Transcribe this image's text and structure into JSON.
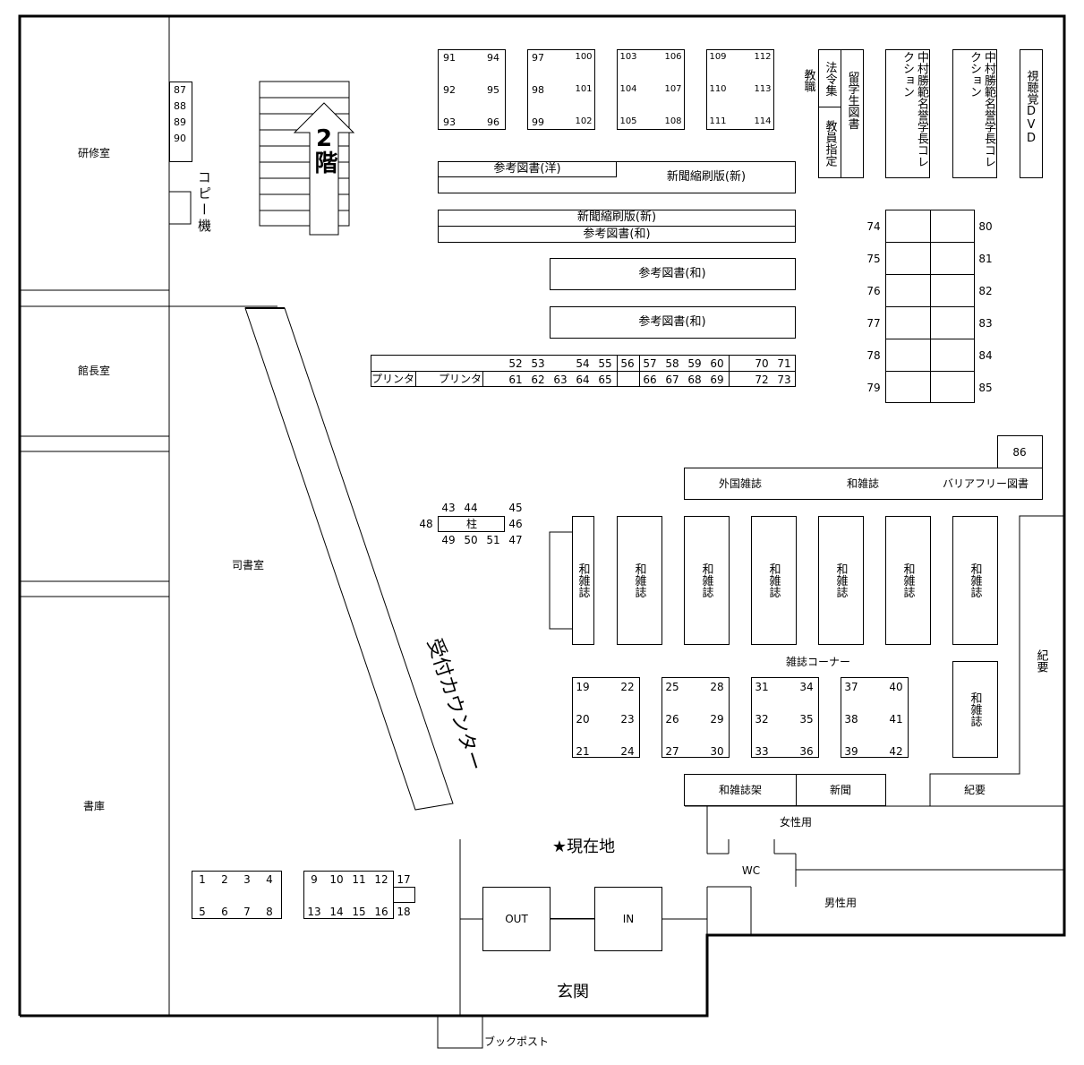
{
  "rooms": {
    "kenshu": "研修室",
    "kancho": "館長室",
    "shisho": "司書室",
    "shoko": "書庫",
    "copy": "コピー機",
    "floor2": "2階",
    "reception": "受付カウンター",
    "current": "★現在地",
    "entrance": "玄関",
    "bookpost": "ブックポスト",
    "wc": "WC",
    "female": "女性用",
    "male": "男性用",
    "out": "OUT",
    "in": "IN",
    "pillar": "柱"
  },
  "labels": {
    "ref_western": "参考図書(洋)",
    "newspaper_new1": "新聞縮刷版(新)",
    "newspaper_new2": "新聞縮刷版(新)",
    "ref_jp1": "参考図書(和)",
    "ref_jp2": "参考図書(和)",
    "ref_jp3": "参考図書(和)",
    "printer1": "プリンタ",
    "printer2": "プリンタ",
    "kyoshoku": "教職",
    "horei": "法令集",
    "kyoin": "教員指定",
    "ryugaku": "留学生図書",
    "nakamura1": "中村勝範名誉学長コレクション",
    "nakamura2": "中村勝範名誉学長コレクション",
    "dvd": "視聴覚DVD",
    "foreign_mag": "外国雑誌",
    "jp_mag": "和雑誌",
    "barrier_free": "バリアフリー図書",
    "wa_zasshi": "和雑誌",
    "mag_corner": "雑誌コーナー",
    "kiyo": "紀要",
    "kiyo2": "紀要",
    "mag_shelf": "和雑誌架",
    "shinbun": "新聞"
  },
  "shelves": {
    "s87_90": [
      "87",
      "88",
      "89",
      "90"
    ],
    "b91": [
      "91",
      "94",
      "92",
      "95",
      "93",
      "96"
    ],
    "b97": [
      "97",
      "100",
      "98",
      "101",
      "99",
      "102"
    ],
    "b103": [
      "103",
      "106",
      "104",
      "107",
      "105",
      "108"
    ],
    "b109": [
      "109",
      "112",
      "110",
      "113",
      "111",
      "114"
    ],
    "right_left": [
      "74",
      "75",
      "76",
      "77",
      "78",
      "79"
    ],
    "right_right": [
      "80",
      "81",
      "82",
      "83",
      "84",
      "85"
    ],
    "n86": "86",
    "top_row": [
      "52",
      "53",
      "54",
      "55",
      "56",
      "57",
      "58",
      "59",
      "60",
      "70",
      "71"
    ],
    "bot_row": [
      "61",
      "62",
      "63",
      "64",
      "65",
      "66",
      "67",
      "68",
      "69",
      "72",
      "73"
    ],
    "pillar_nums": [
      "43",
      "44",
      "45",
      "46",
      "48",
      "49",
      "50",
      "51",
      "47"
    ],
    "b19": [
      "19",
      "22",
      "20",
      "23",
      "21",
      "24"
    ],
    "b25": [
      "25",
      "28",
      "26",
      "29",
      "27",
      "30"
    ],
    "b31": [
      "31",
      "34",
      "32",
      "35",
      "33",
      "36"
    ],
    "b37": [
      "37",
      "40",
      "38",
      "41",
      "39",
      "42"
    ],
    "b1": [
      "1",
      "2",
      "3",
      "4",
      "5",
      "6",
      "7",
      "8"
    ],
    "b9": [
      "9",
      "10",
      "11",
      "12",
      "13",
      "14",
      "15",
      "16"
    ],
    "n17": "17",
    "n18": "18"
  }
}
